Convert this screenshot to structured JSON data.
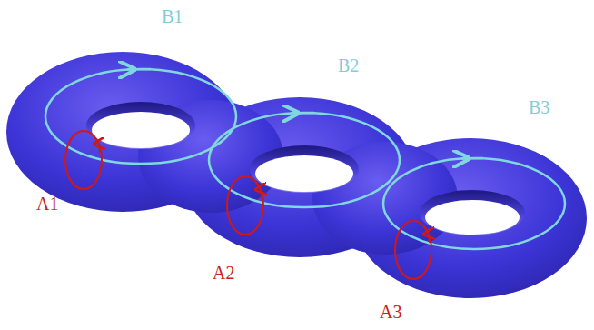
{
  "diagram": {
    "labels": [
      "B1",
      "B2",
      "B3",
      "A1",
      "A2",
      "A3"
    ]
  }
}
